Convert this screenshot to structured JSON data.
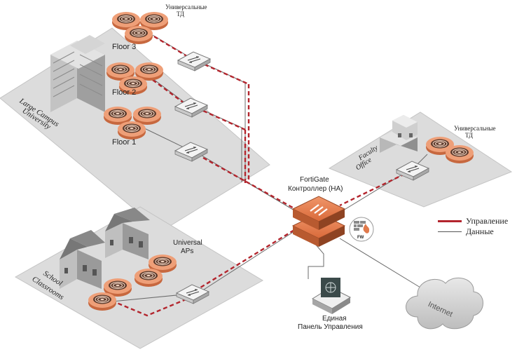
{
  "labels": {
    "floor3": "Floor 3",
    "floor2": "Floor 2",
    "floor1": "Floor 1",
    "universal_td_top_line1": "Универсальные",
    "universal_td_top_line2": "ТД",
    "large_campus_line1": "Large Campus",
    "large_campus_line2": "University",
    "fortigate_line1": "FortiGate",
    "fortigate_line2": "Контроллер (HA)",
    "universal_td_right_line1": "Универсальные",
    "universal_td_right_line2": "ТД",
    "faculty_line1": "Faculty",
    "faculty_line2": "Office",
    "universal_aps_line1": "Universal",
    "universal_aps_line2": "APs",
    "school_line1": "School",
    "school_line2": "Classrooms",
    "fw_badge": "FW",
    "mgmt_line1": "Единая",
    "mgmt_line2": "Панель Управления",
    "internet": "Internet"
  },
  "legend": {
    "management_label": "Управление",
    "data_label": "Данные"
  },
  "colors": {
    "management": "#b3252d",
    "data": "#6b6b6b",
    "ap_fill": "#e8a07a",
    "platform": "#dcdcdc",
    "fortigate": "#e07a4c"
  }
}
